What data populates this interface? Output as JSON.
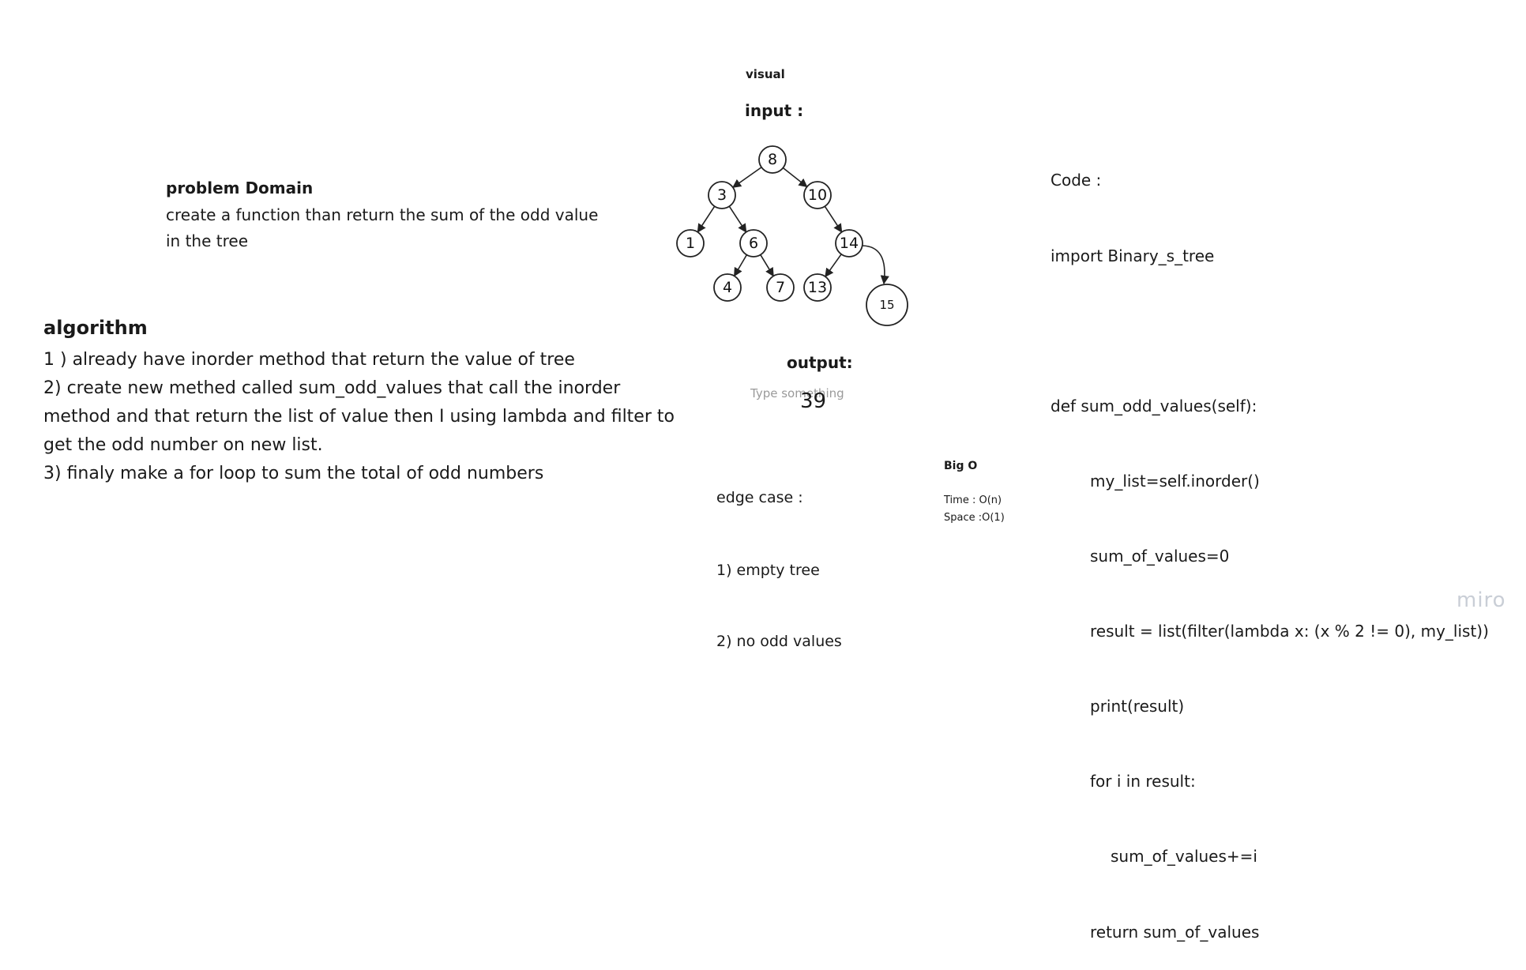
{
  "visual": {
    "label": "visual",
    "input_label": "input :",
    "output_label": "output:",
    "output_placeholder": "Type something",
    "output_value": "39"
  },
  "tree": {
    "nodes": [
      {
        "id": "n8",
        "value": "8"
      },
      {
        "id": "n3",
        "value": "3"
      },
      {
        "id": "n10",
        "value": "10"
      },
      {
        "id": "n1",
        "value": "1"
      },
      {
        "id": "n6",
        "value": "6"
      },
      {
        "id": "n14",
        "value": "14"
      },
      {
        "id": "n4",
        "value": "4"
      },
      {
        "id": "n7",
        "value": "7"
      },
      {
        "id": "n13",
        "value": "13"
      },
      {
        "id": "n15",
        "value": "15"
      }
    ],
    "edges": [
      {
        "from": "n8",
        "to": "n3"
      },
      {
        "from": "n8",
        "to": "n10"
      },
      {
        "from": "n3",
        "to": "n1"
      },
      {
        "from": "n3",
        "to": "n6"
      },
      {
        "from": "n10",
        "to": "n14"
      },
      {
        "from": "n6",
        "to": "n4"
      },
      {
        "from": "n6",
        "to": "n7"
      },
      {
        "from": "n14",
        "to": "n13"
      },
      {
        "from": "n14",
        "to": "n15"
      }
    ]
  },
  "problem": {
    "title": "problem Domain",
    "text": "create a function than return the sum of the odd value in the tree"
  },
  "algorithm": {
    "title": "algorithm",
    "lines": [
      "1 ) already have inorder method that return the value of tree",
      "2) create new methed called  sum_odd_values that  call the inorder method and that return the list of value then I using lambda and filter to get the odd number on new list.",
      "3) finaly make a for loop to sum the total of odd numbers"
    ]
  },
  "code": {
    "lines": [
      "Code :",
      "import Binary_s_tree",
      "",
      "def sum_odd_values(self):",
      "my_list=self.inorder()",
      "sum_of_values=0",
      "result = list(filter(lambda x: (x % 2 != 0), my_list))",
      "print(result)",
      "for i in result:",
      "sum_of_values+=i",
      "return sum_of_values"
    ]
  },
  "big_o": {
    "title": "Big O",
    "time": "Time : O(n)",
    "space": "Space :O(1)"
  },
  "edge_case": {
    "title": "edge case :",
    "lines": [
      "1) empty tree",
      "2) no odd values"
    ]
  },
  "brand": "miro"
}
